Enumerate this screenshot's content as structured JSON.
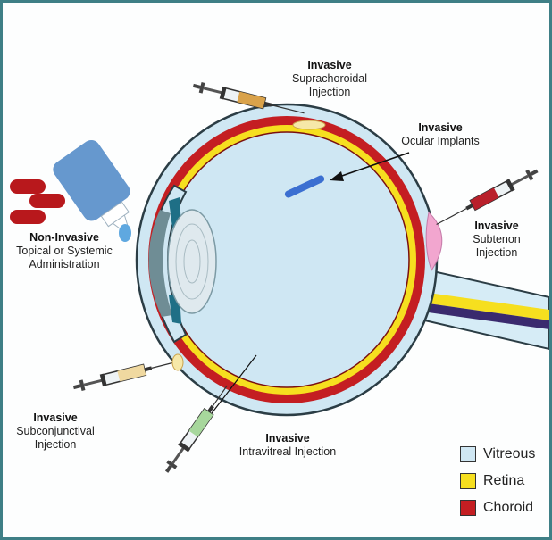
{
  "labels": {
    "suprachoroidal": {
      "title": "Invasive",
      "text": "Suprachoroidal Injection"
    },
    "implants": {
      "title": "Invasive",
      "text": "Ocular Implants"
    },
    "subtenon": {
      "title": "Invasive",
      "text": "Subtenon Injection"
    },
    "noninvasive": {
      "title": "Non-Invasive",
      "text": "Topical or Systemic Administration"
    },
    "subconjunctival": {
      "title": "Invasive",
      "text": "Subconjunctival Injection"
    },
    "intravitreal": {
      "title": "Invasive",
      "text": "Intravitreal Injection"
    }
  },
  "legend": [
    {
      "label": "Vitreous",
      "color": "#cfe7f3"
    },
    {
      "label": "Retina",
      "color": "#f6df1f"
    },
    {
      "label": "Choroid",
      "color": "#c41e22"
    }
  ],
  "colors": {
    "frame": "#3f7f86",
    "sclera": "#cfe7f3",
    "choroid": "#c41e22",
    "retina": "#f6df1f",
    "vitreous": "#cfe7f3",
    "subtenon_bleb": "#f2a6cf"
  }
}
